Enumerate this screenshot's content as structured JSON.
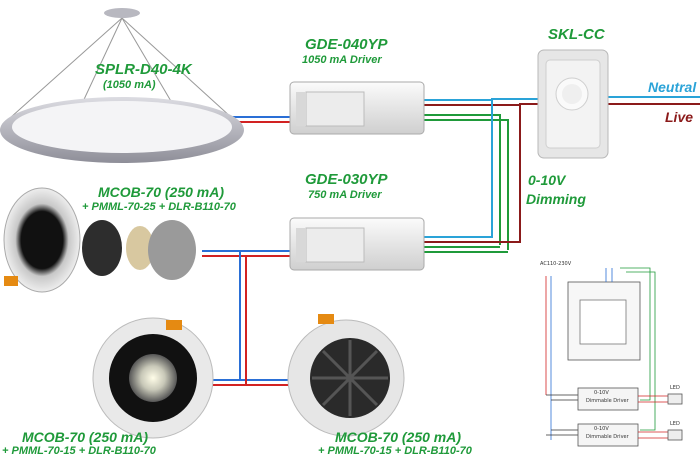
{
  "pendant": {
    "name": "SPLR-D40-4K",
    "current": "(1050 mA)"
  },
  "driver_top": {
    "name": "GDE-040YP",
    "desc": "1050 mA Driver"
  },
  "driver_bottom": {
    "name": "GDE-030YP",
    "desc": "750 mA Driver"
  },
  "dimmer": {
    "name": "SKL-CC"
  },
  "mains": {
    "neutral": "Neutral",
    "live": "Live"
  },
  "signal": {
    "line1": "0-10V",
    "line2": "Dimming"
  },
  "downlight_top": {
    "name": "MCOB-70 (250 mA)",
    "parts": "+ PMML-70-25 + DLR-B110-70"
  },
  "downlight_bottom_left": {
    "name": "MCOB-70 (250 mA)",
    "parts": "+ PMML-70-15 + DLR-B110-70"
  },
  "downlight_bottom_right": {
    "name": "MCOB-70 (250 mA)",
    "parts": "+ PMML-70-15 + DLR-B110-70"
  },
  "schematic": {
    "supply": "AC110-230V",
    "driver_label_1": "0-10V",
    "driver_label_2": "Dimmable Driver",
    "led": "LED"
  },
  "colors": {
    "label_green": "#1f9a3a",
    "wire_blue": "#2a6fd6",
    "wire_red": "#d22222",
    "wire_neutral": "#2aa3d8",
    "wire_live": "#8b1a1a",
    "wire_signal": "#1f9a3a"
  }
}
